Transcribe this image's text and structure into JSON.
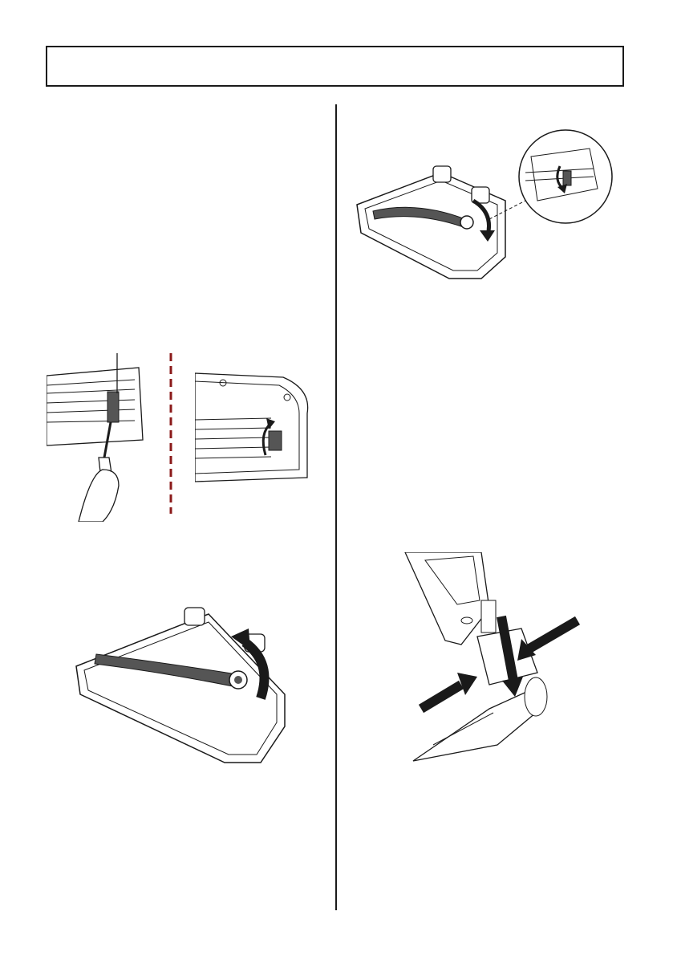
{
  "page": {
    "header_text": "",
    "background": "#ffffff",
    "line_color": "#1a1a1a",
    "brush_color": "#555555",
    "dashed_divider_color": "#8b1a1a"
  },
  "figures": [
    {
      "id": "fig-brush-cover-open",
      "icon": "floor-head-inset-icon"
    },
    {
      "id": "fig-screwdriver-release",
      "icon": "screwdriver-icon"
    },
    {
      "id": "fig-endcap-rotate",
      "icon": "endcap-rotate-icon"
    },
    {
      "id": "fig-brushroll-lift",
      "icon": "brushroll-lift-icon"
    },
    {
      "id": "fig-attach-head",
      "icon": "attach-head-icon"
    }
  ]
}
